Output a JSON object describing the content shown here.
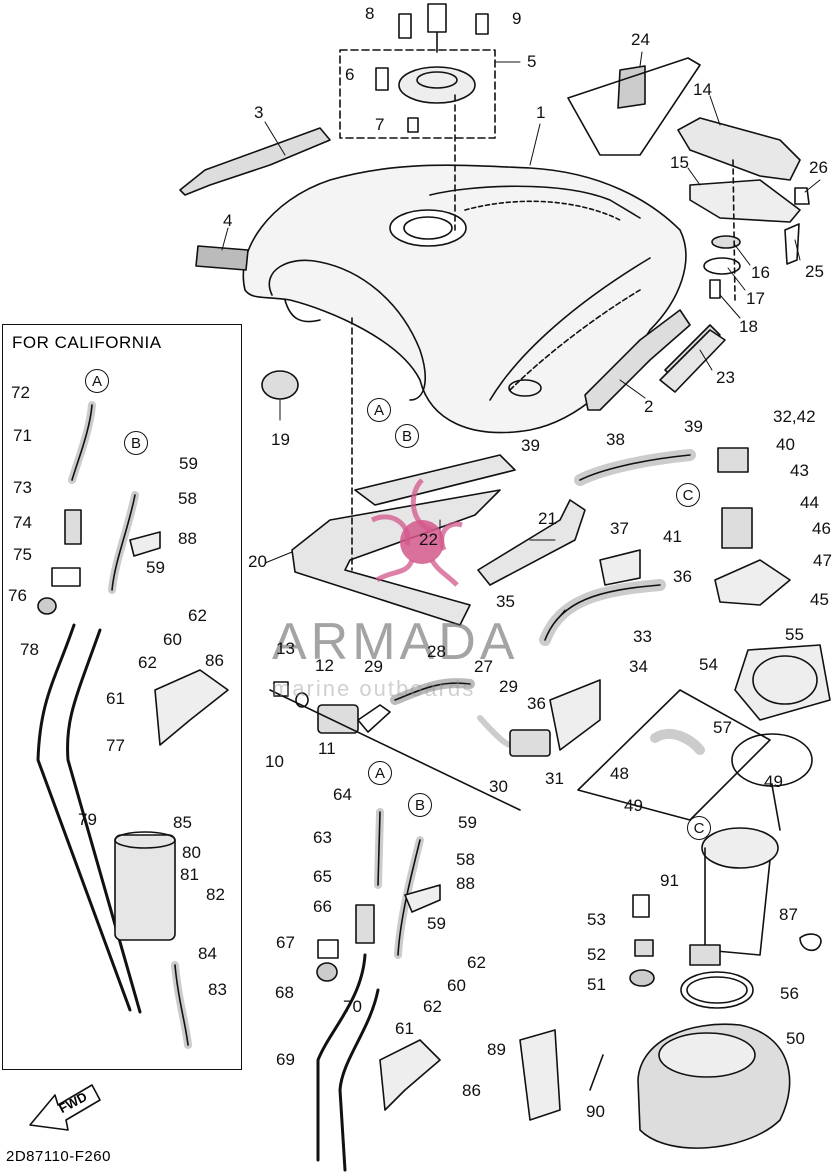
{
  "figure": {
    "box_title": "FOR CALIFORNIA",
    "diagram_code": "2D87110-F260",
    "fwd_label": "FWD",
    "watermark": {
      "main": "ARMADA",
      "sub": "marine outboards",
      "disc_text": "22"
    }
  },
  "connectors": {
    "A": "A",
    "B": "B",
    "C": "C"
  },
  "part_labels": {
    "p1": "1",
    "p2": "2",
    "p3": "3",
    "p4": "4",
    "p5": "5",
    "p6": "6",
    "p7": "7",
    "p8": "8",
    "p9": "9",
    "p10": "10",
    "p11": "11",
    "p12": "12",
    "p13": "13",
    "p14": "14",
    "p15": "15",
    "p16": "16",
    "p17": "17",
    "p18": "18",
    "p19": "19",
    "p20": "20",
    "p21": "21",
    "p23": "23",
    "p24": "24",
    "p25": "25",
    "p26": "26",
    "p27": "27",
    "p28": "28",
    "p29a": "29",
    "p29b": "29",
    "p30": "30",
    "p31": "31",
    "p32": "32,42",
    "p33": "33",
    "p34": "34",
    "p35": "35",
    "p36a": "36",
    "p36b": "36",
    "p37": "37",
    "p38": "38",
    "p39a": "39",
    "p39b": "39",
    "p40": "40",
    "p41": "41",
    "p43": "43",
    "p44": "44",
    "p45": "45",
    "p46": "46",
    "p47": "47",
    "p48": "48",
    "p49a": "49",
    "p49b": "49",
    "p50": "50",
    "p51": "51",
    "p52": "52",
    "p53": "53",
    "p54": "54",
    "p55": "55",
    "p56": "56",
    "p57": "57",
    "p58": "58",
    "p59a": "59",
    "p59b": "59",
    "p60": "60",
    "p61": "61",
    "p62a": "62",
    "p62b": "62",
    "p63": "63",
    "p64": "64",
    "p65": "65",
    "p66": "66",
    "p67": "67",
    "p68": "68",
    "p69": "69",
    "p70": "70",
    "p87": "87",
    "p88": "88",
    "p89": "89",
    "p90": "90",
    "p91": "91",
    "p86": "86",
    "c58": "58",
    "c59a": "59",
    "c59b": "59",
    "c60": "60",
    "c61": "61",
    "c62a": "62",
    "c62b": "62",
    "c71": "71",
    "c72": "72",
    "c73": "73",
    "c74": "74",
    "c75": "75",
    "c76": "76",
    "c77": "77",
    "c78": "78",
    "c79": "79",
    "c80": "80",
    "c81": "81",
    "c82": "82",
    "c83": "83",
    "c84": "84",
    "c85": "85",
    "c86": "86",
    "c88": "88"
  }
}
